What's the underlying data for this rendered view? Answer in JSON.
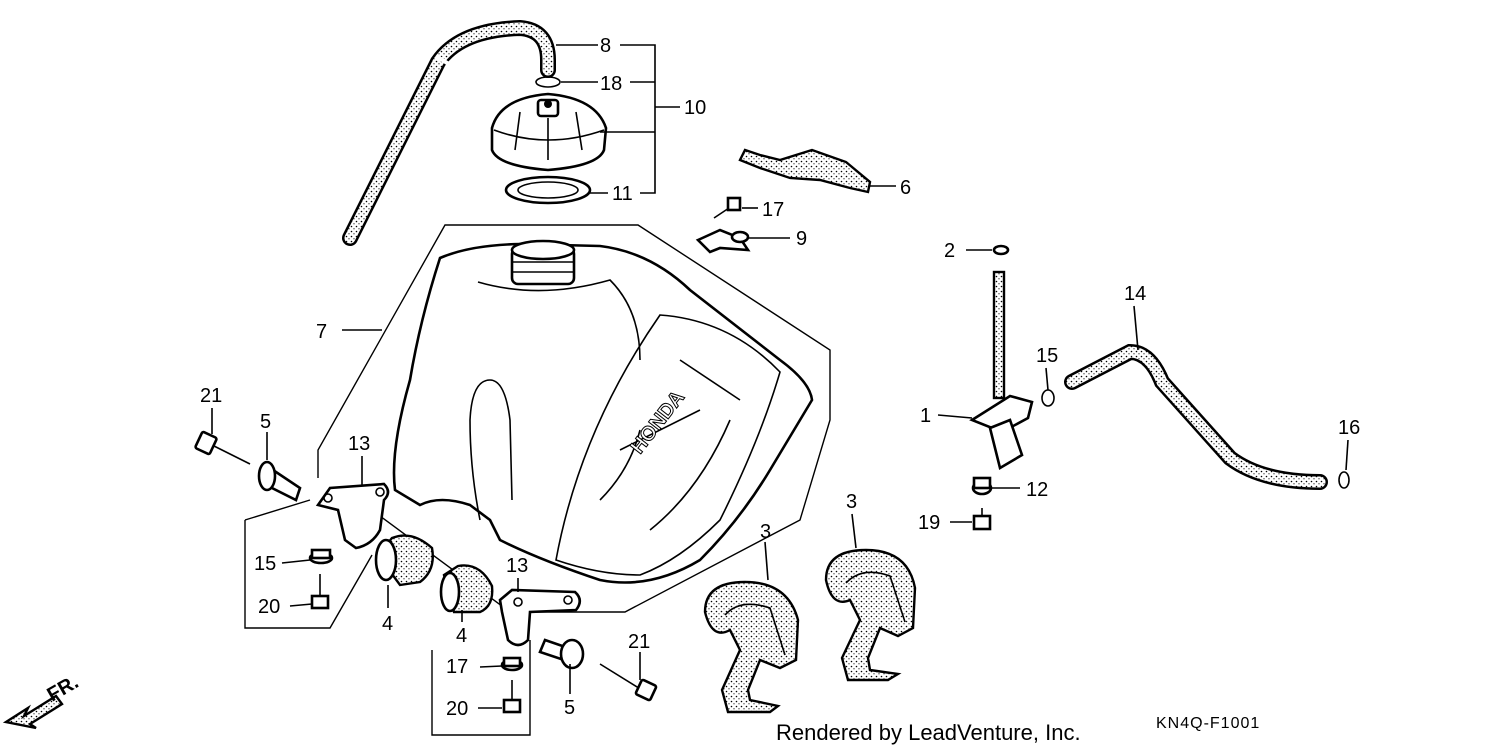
{
  "diagram": {
    "callouts": [
      {
        "id": "c1",
        "label": "1"
      },
      {
        "id": "c2",
        "label": "2"
      },
      {
        "id": "c3a",
        "label": "3"
      },
      {
        "id": "c3b",
        "label": "3"
      },
      {
        "id": "c4a",
        "label": "4"
      },
      {
        "id": "c4b",
        "label": "4"
      },
      {
        "id": "c5a",
        "label": "5"
      },
      {
        "id": "c5b",
        "label": "5"
      },
      {
        "id": "c6",
        "label": "6"
      },
      {
        "id": "c7",
        "label": "7"
      },
      {
        "id": "c8",
        "label": "8"
      },
      {
        "id": "c9",
        "label": "9"
      },
      {
        "id": "c10",
        "label": "10"
      },
      {
        "id": "c11",
        "label": "11"
      },
      {
        "id": "c12",
        "label": "12"
      },
      {
        "id": "c13a",
        "label": "13"
      },
      {
        "id": "c13b",
        "label": "13"
      },
      {
        "id": "c14",
        "label": "14"
      },
      {
        "id": "c15a",
        "label": "15"
      },
      {
        "id": "c15b",
        "label": "15"
      },
      {
        "id": "c16",
        "label": "16"
      },
      {
        "id": "c17a",
        "label": "17"
      },
      {
        "id": "c17b",
        "label": "17"
      },
      {
        "id": "c18",
        "label": "18"
      },
      {
        "id": "c19",
        "label": "19"
      },
      {
        "id": "c20a",
        "label": "20"
      },
      {
        "id": "c20b",
        "label": "20"
      },
      {
        "id": "c21a",
        "label": "21"
      },
      {
        "id": "c21b",
        "label": "21"
      }
    ],
    "tank_logo": "HONDA",
    "direction_label": "FR.",
    "footer_credit": "Rendered by LeadVenture, Inc.",
    "diagram_code": "KN4Q-F1001"
  }
}
